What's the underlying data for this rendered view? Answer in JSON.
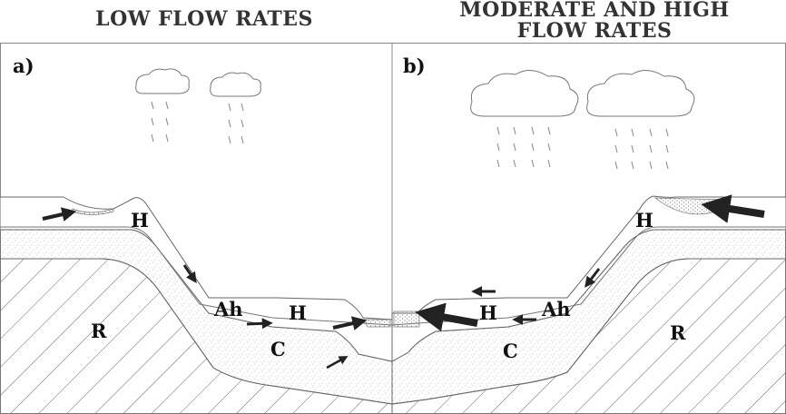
{
  "titles": {
    "left": "LOW  FLOW RATES",
    "right_line1": "MODERATE AND HIGH",
    "right_line2": "FLOW RATES"
  },
  "panels": {
    "a": "a)",
    "b": "b)"
  },
  "zones": {
    "a_H_top": "H",
    "a_Ah": "Ah",
    "a_H_mid": "H",
    "a_C": "C",
    "a_R": "R",
    "b_H_top": "H",
    "b_H_mid": "H",
    "b_Ah": "Ah",
    "b_C": "C",
    "b_R": "R"
  },
  "colors": {
    "line": "#555555",
    "hatch": "#666666",
    "stipple": "#9a9a9a",
    "arrow": "#222222"
  }
}
